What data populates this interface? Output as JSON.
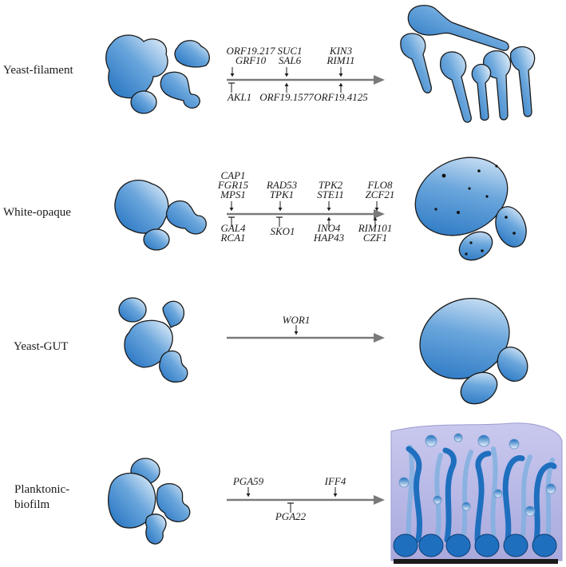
{
  "rows": [
    {
      "label": [
        "Yeast-filament"
      ],
      "genes_above": [
        {
          "lines": [
            "ORF19.217",
            "GRF10"
          ],
          "effect": "activate"
        },
        {
          "lines": [
            "SUC1",
            "SAL6"
          ],
          "effect": "activate"
        },
        {
          "lines": [
            "KIN3",
            "RIM11"
          ],
          "effect": "activate"
        }
      ],
      "genes_below": [
        {
          "lines": [
            "AKL1"
          ],
          "effect": "inhibit"
        },
        {
          "lines": [
            "ORF19.1577"
          ],
          "effect": "activate"
        },
        {
          "lines": [
            "ORF19.4125"
          ],
          "effect": "activate"
        }
      ]
    },
    {
      "label": [
        "White-opaque"
      ],
      "genes_above": [
        {
          "lines": [
            "CAP1",
            "FGR15",
            "MPS1"
          ],
          "effect": "activate"
        },
        {
          "lines": [
            "RAD53",
            "TPK1"
          ],
          "effect": "activate"
        },
        {
          "lines": [
            "TPK2",
            "STE11"
          ],
          "effect": "activate"
        },
        {
          "lines": [
            "FLO8",
            "ZCF21"
          ],
          "effect": "activate"
        }
      ],
      "genes_below": [
        {
          "lines": [
            "GAL4",
            "RCA1"
          ],
          "effect": "inhibit"
        },
        {
          "lines": [
            "SKO1"
          ],
          "effect": "inhibit"
        },
        {
          "lines": [
            "INO4",
            "HAP43"
          ],
          "effect": "activate"
        },
        {
          "lines": [
            "RIM101",
            "CZF1"
          ],
          "effect": "activate"
        }
      ]
    },
    {
      "label": [
        "Yeast-GUT"
      ],
      "genes_above": [
        {
          "lines": [
            "WOR1"
          ],
          "effect": "activate"
        }
      ],
      "genes_below": []
    },
    {
      "label": [
        "Planktonic-",
        "biofilm"
      ],
      "genes_above": [
        {
          "lines": [
            "PGA59"
          ],
          "effect": "activate"
        },
        {
          "lines": [
            "IFF4"
          ],
          "effect": "activate"
        }
      ],
      "genes_below": [
        {
          "lines": [
            "PGA22"
          ],
          "effect": "inhibit"
        }
      ]
    }
  ],
  "colors": {
    "cell_dark": "#1f6fbf",
    "cell_light": "#e8f2fb",
    "arrow": "#7a7a7a",
    "biofilm_matrix": "#b9b9e6",
    "substrate": "#1a1a1a"
  }
}
